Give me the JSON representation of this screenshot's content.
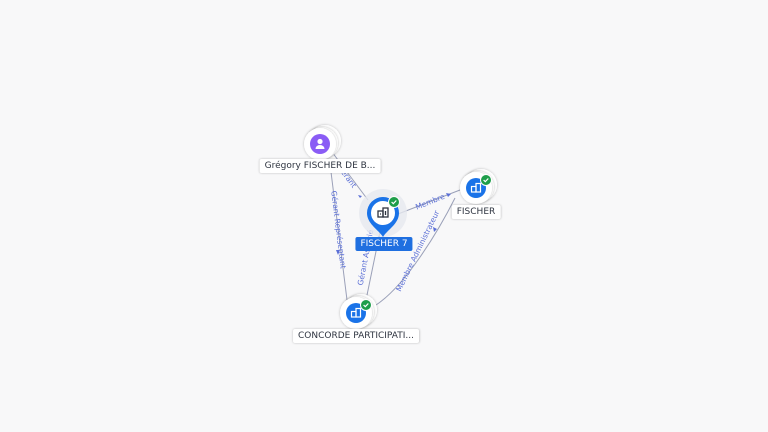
{
  "colors": {
    "company": "#1a73e8",
    "person": "#8a5cf5",
    "verified": "#1e9e4a",
    "edge": "#9aa0b8",
    "edge_label": "#5b6fd6",
    "main_label_bg": "#1f6fe0"
  },
  "nodes": {
    "main": {
      "label": "FISCHER 7",
      "type": "company",
      "icon": "building-icon",
      "verified": true
    },
    "person": {
      "label": "Grégory FISCHER DE B...",
      "type": "person",
      "icon": "person-icon",
      "verified": false
    },
    "fischer": {
      "label": "FISCHER",
      "type": "company",
      "icon": "building-icon",
      "verified": true
    },
    "concorde": {
      "label": "CONCORDE PARTICIPATI...",
      "type": "company",
      "icon": "building-icon",
      "verified": true
    }
  },
  "edges": [
    {
      "id": "person-main",
      "label": "Gérant"
    },
    {
      "id": "person-concorde",
      "label": "Gérant Représentant"
    },
    {
      "id": "main-fischer",
      "label": "Membre"
    },
    {
      "id": "concorde-main",
      "label": "Gérant Associé"
    },
    {
      "id": "concorde-fischer",
      "label": "Membre Administrateur"
    }
  ]
}
